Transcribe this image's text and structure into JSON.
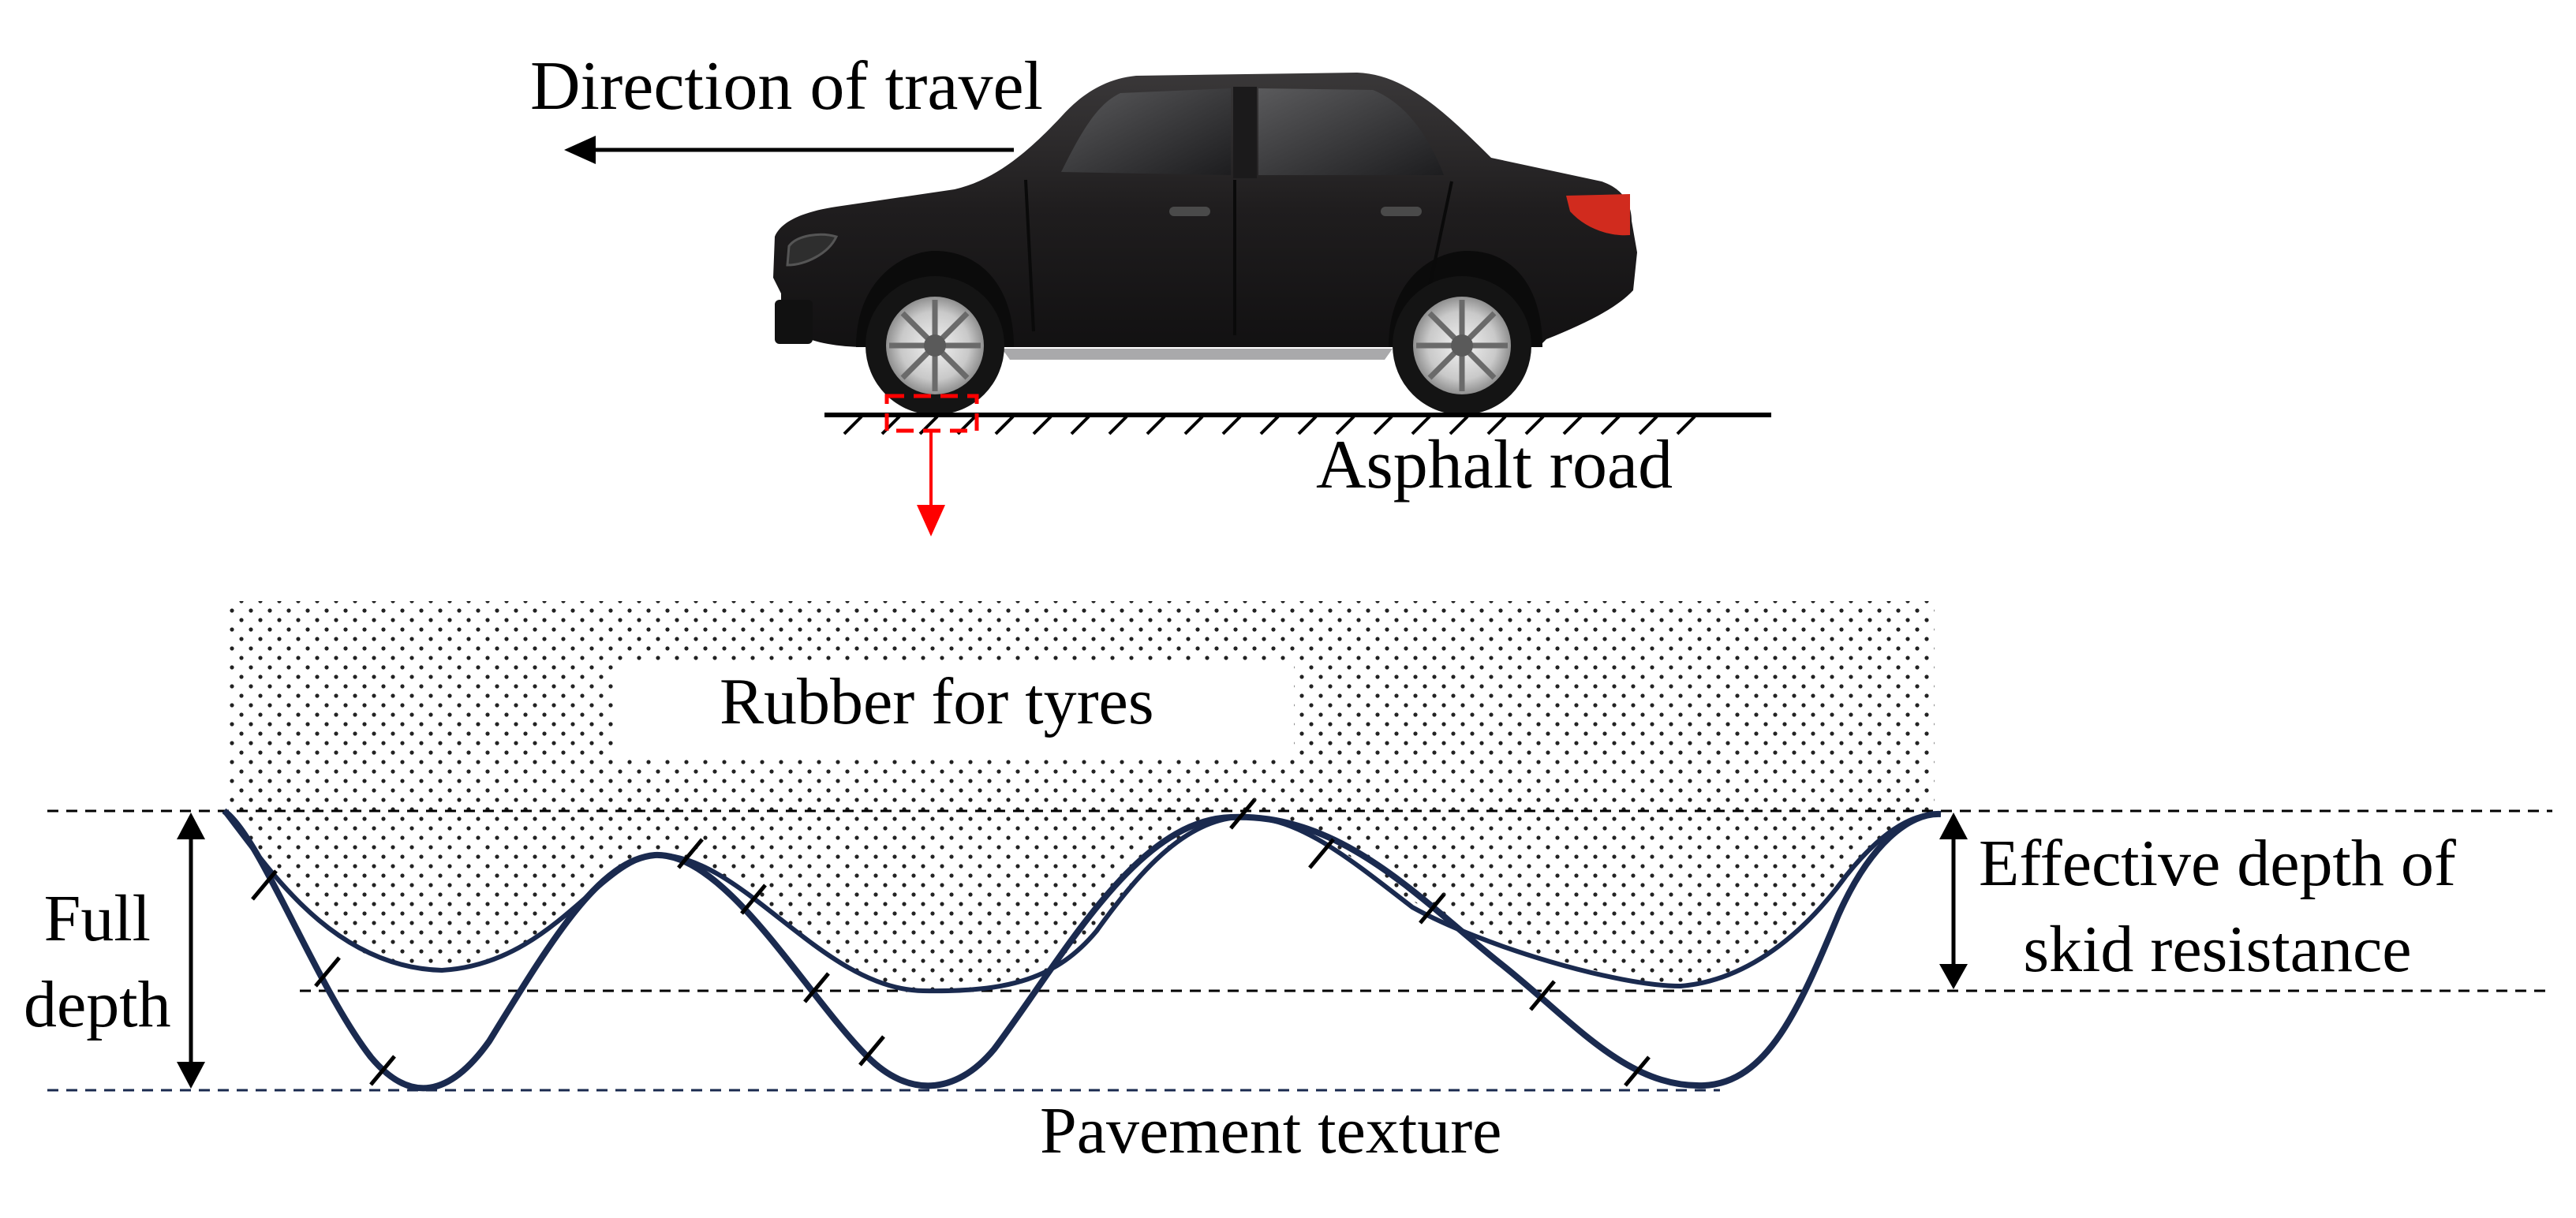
{
  "labels": {
    "direction": "Direction of travel",
    "road": "Asphalt road",
    "rubber": "Rubber for tyres",
    "full_depth_line1": "Full",
    "full_depth_line2": "depth",
    "effective_line1": "Effective depth of",
    "effective_line2": "skid resistance",
    "texture": "Pavement texture"
  },
  "colors": {
    "profile": "#1a2a4f",
    "highlight": "#ff0000",
    "car_body": "#1e1c1d",
    "text": "#000000"
  },
  "icons": {
    "vehicle": "car-icon",
    "detail": "zoom-box-icon"
  }
}
